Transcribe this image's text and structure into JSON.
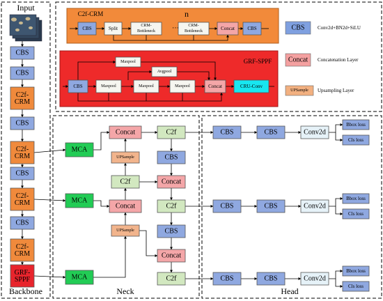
{
  "sections": {
    "input": "Input",
    "backbone": "Backbone",
    "neck": "Neck",
    "head": "Head",
    "c2f_crm_block": "C2f-CRM",
    "grf_sppf_block": "GRF-SPPF",
    "repeat_n": "n"
  },
  "backbone": [
    "CBS",
    "CBS",
    "C2f-\nCRM",
    "CBS",
    "C2f-\nCRM",
    "CBS",
    "C2f-\nCRM",
    "CBS",
    "C2f-\nCRM",
    "GRF-\nSPPF"
  ],
  "legend": [
    {
      "box": "CBS",
      "text": "Conv2d+BN2d+SiLU"
    },
    {
      "box": "Concat",
      "text": "Concatenation Layer"
    },
    {
      "box": "UPSample",
      "text": "Upsampling Layer"
    }
  ],
  "c2f_crm_detail": [
    "CBS",
    "Split",
    "CRM-\nBottleneck",
    "···",
    "CRM-\nBottleneck",
    "Concat",
    "CBS"
  ],
  "grf_sppf_detail": {
    "cbs": "CBS",
    "maxpool": "Maxpool",
    "avgpool": "Avgpool",
    "concat": "Concat",
    "cru": "CRU-Conv"
  },
  "neck": {
    "mca": "MCA",
    "concat": "Concat",
    "c2f": "C2f",
    "cbs": "CBS",
    "upsample": "UPSample"
  },
  "head": {
    "cbs": "CBS",
    "conv2d": "Conv2d",
    "bbox_loss": "Bbox loss",
    "cls_loss": "Cls loss"
  },
  "colors": {
    "cbs": "#8fa8e0",
    "c2f_crm": "#f08a3c",
    "grf_sppf": "#e8242c",
    "concat": "#f4a6a8",
    "upsample": "#f2b48c",
    "mca": "#22cc55",
    "c2f": "#d2e8c0",
    "conv2d": "#e6f2f8",
    "cru": "#18e6f0",
    "orange_panel": "#f28a3a",
    "red_panel": "#ee2a2a",
    "legend_cbs": "#7fa0e0",
    "legend_concat": "#f4a0a0",
    "legend_upsample": "#f2b080"
  }
}
